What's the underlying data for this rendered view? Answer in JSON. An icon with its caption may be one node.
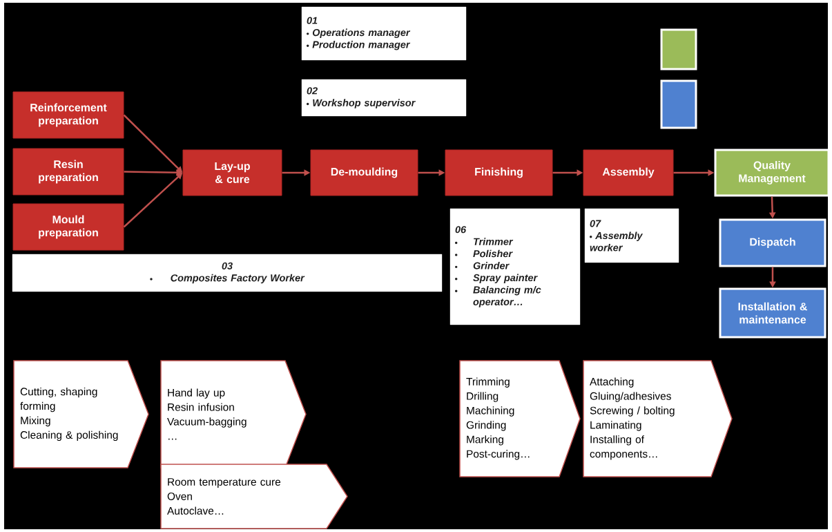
{
  "diagram": {
    "nodes": [
      {
        "text": [
          "Reinforcement preparation"
        ]
      },
      {
        "text": [
          "Resin preparation"
        ]
      },
      {
        "text": [
          "Mould preparation"
        ]
      },
      {
        "text": [
          "Lay-up & cure"
        ]
      },
      {
        "text": [
          "De-moulding"
        ]
      },
      {
        "text": [
          "Finishing"
        ]
      },
      {
        "text": [
          "Assembly"
        ]
      },
      {
        "text": [
          "Quality Management"
        ]
      },
      {
        "text": [
          "Dispatch"
        ]
      },
      {
        "text": [
          "Installation & maintenance"
        ]
      },
      {
        "text": [],
        "shape": "box"
      },
      {
        "text": [],
        "shape": "box"
      },
      {
        "text": [
          "01",
          "Operations manager",
          "Production manager"
        ]
      },
      {
        "text": [
          "02",
          "Workshop supervisor"
        ]
      },
      {
        "text": [
          "03",
          "Composites Factory Worker"
        ]
      },
      {
        "text": [
          "06",
          "Trimmer",
          "Polisher",
          "Grinder",
          "Spray painter",
          "Balancing m/c operator…"
        ]
      },
      {
        "text": [
          "07",
          "Assembly worker"
        ]
      },
      {
        "text": [
          "Cutting, shaping forming",
          "Mixing",
          "Cleaning & polishing"
        ]
      },
      {
        "text": [
          "Hand lay up",
          "Resin infusion",
          "Vacuum-bagging",
          "…"
        ]
      },
      {
        "text": [
          "Room temperature cure",
          "Oven",
          "Autoclave…"
        ]
      },
      {
        "text": [
          "Trimming",
          "Drilling",
          "Machining",
          "Grinding",
          "Marking",
          "Post-curing…"
        ]
      },
      {
        "text": [
          "Attaching",
          "Gluing/adhesives",
          "Screwing / bolting",
          "Laminating",
          "Installing of components…"
        ]
      }
    ],
    "edges": [
      {
        "from": 0,
        "to": 3,
        "arrow": "to"
      },
      {
        "from": 1,
        "to": 3,
        "arrow": "to"
      },
      {
        "from": 2,
        "to": 3,
        "arrow": "to"
      },
      {
        "from": 3,
        "to": 4,
        "arrow": "to"
      },
      {
        "from": 4,
        "to": 5,
        "arrow": "to"
      },
      {
        "from": 5,
        "to": 6,
        "arrow": "to"
      },
      {
        "from": 6,
        "to": 7,
        "arrow": "to"
      },
      {
        "from": 7,
        "to": 8,
        "arrow": "to"
      },
      {
        "from": 8,
        "to": 9,
        "arrow": "to"
      }
    ]
  }
}
